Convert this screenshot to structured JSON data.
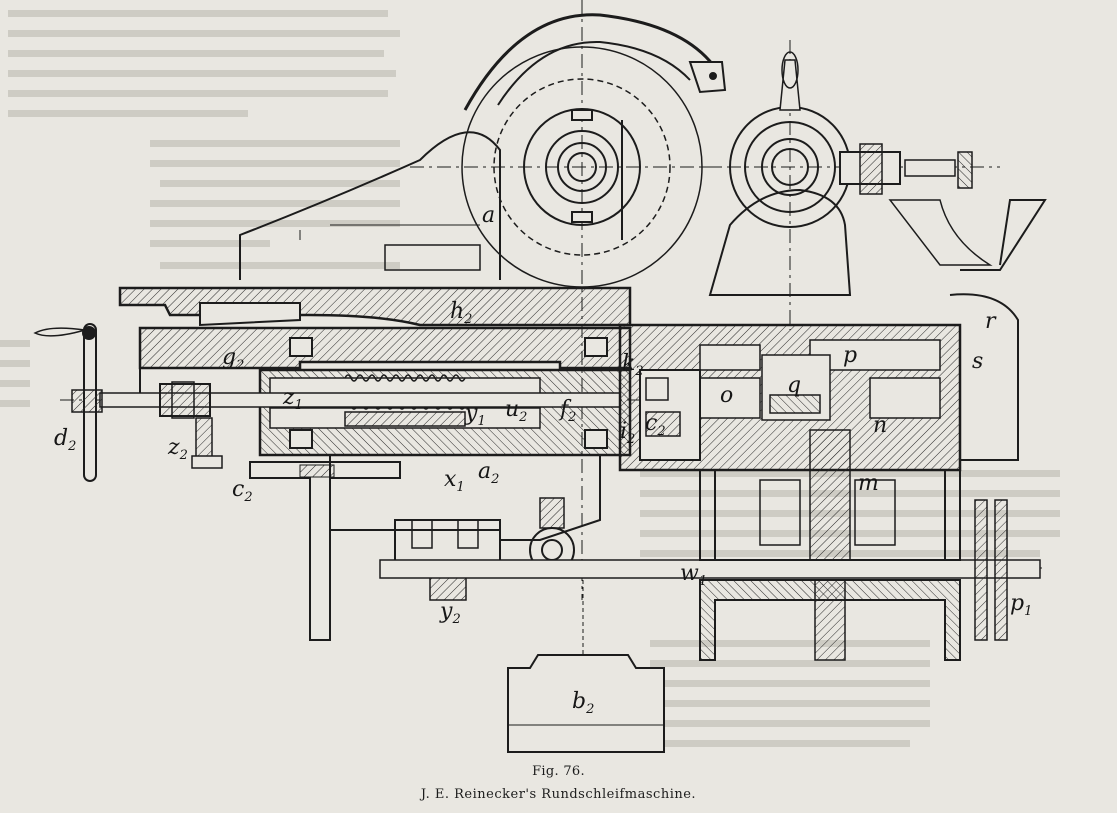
{
  "figure": {
    "number_label": "Fig. 76.",
    "caption": "J. E. Reinecker's Rundschleifmaschine."
  },
  "drawing_labels": [
    {
      "id": "a",
      "letter": "a",
      "sub": ""
    },
    {
      "id": "h2",
      "letter": "h",
      "sub": "2"
    },
    {
      "id": "g2",
      "letter": "g",
      "sub": "2"
    },
    {
      "id": "z1",
      "letter": "z",
      "sub": "1"
    },
    {
      "id": "y1",
      "letter": "y",
      "sub": "1"
    },
    {
      "id": "u2",
      "letter": "u",
      "sub": "2"
    },
    {
      "id": "f2",
      "letter": "f",
      "sub": "2"
    },
    {
      "id": "k2",
      "letter": "k",
      "sub": "2"
    },
    {
      "id": "i2",
      "letter": "i",
      "sub": "2"
    },
    {
      "id": "c2b",
      "letter": "c",
      "sub": "2"
    },
    {
      "id": "o",
      "letter": "o",
      "sub": ""
    },
    {
      "id": "q",
      "letter": "q",
      "sub": ""
    },
    {
      "id": "p",
      "letter": "p",
      "sub": ""
    },
    {
      "id": "s",
      "letter": "s",
      "sub": ""
    },
    {
      "id": "r",
      "letter": "r",
      "sub": ""
    },
    {
      "id": "n",
      "letter": "n",
      "sub": ""
    },
    {
      "id": "m",
      "letter": "m",
      "sub": ""
    },
    {
      "id": "d2",
      "letter": "d",
      "sub": "2"
    },
    {
      "id": "z2",
      "letter": "z",
      "sub": "2"
    },
    {
      "id": "c2",
      "letter": "c",
      "sub": "2"
    },
    {
      "id": "x1",
      "letter": "x",
      "sub": "1"
    },
    {
      "id": "a2",
      "letter": "a",
      "sub": "2"
    },
    {
      "id": "y2",
      "letter": "y",
      "sub": "2"
    },
    {
      "id": "w1",
      "letter": "w",
      "sub": "1"
    },
    {
      "id": "p1",
      "letter": "p",
      "sub": "1"
    },
    {
      "id": "b2",
      "letter": "b",
      "sub": "2"
    }
  ]
}
